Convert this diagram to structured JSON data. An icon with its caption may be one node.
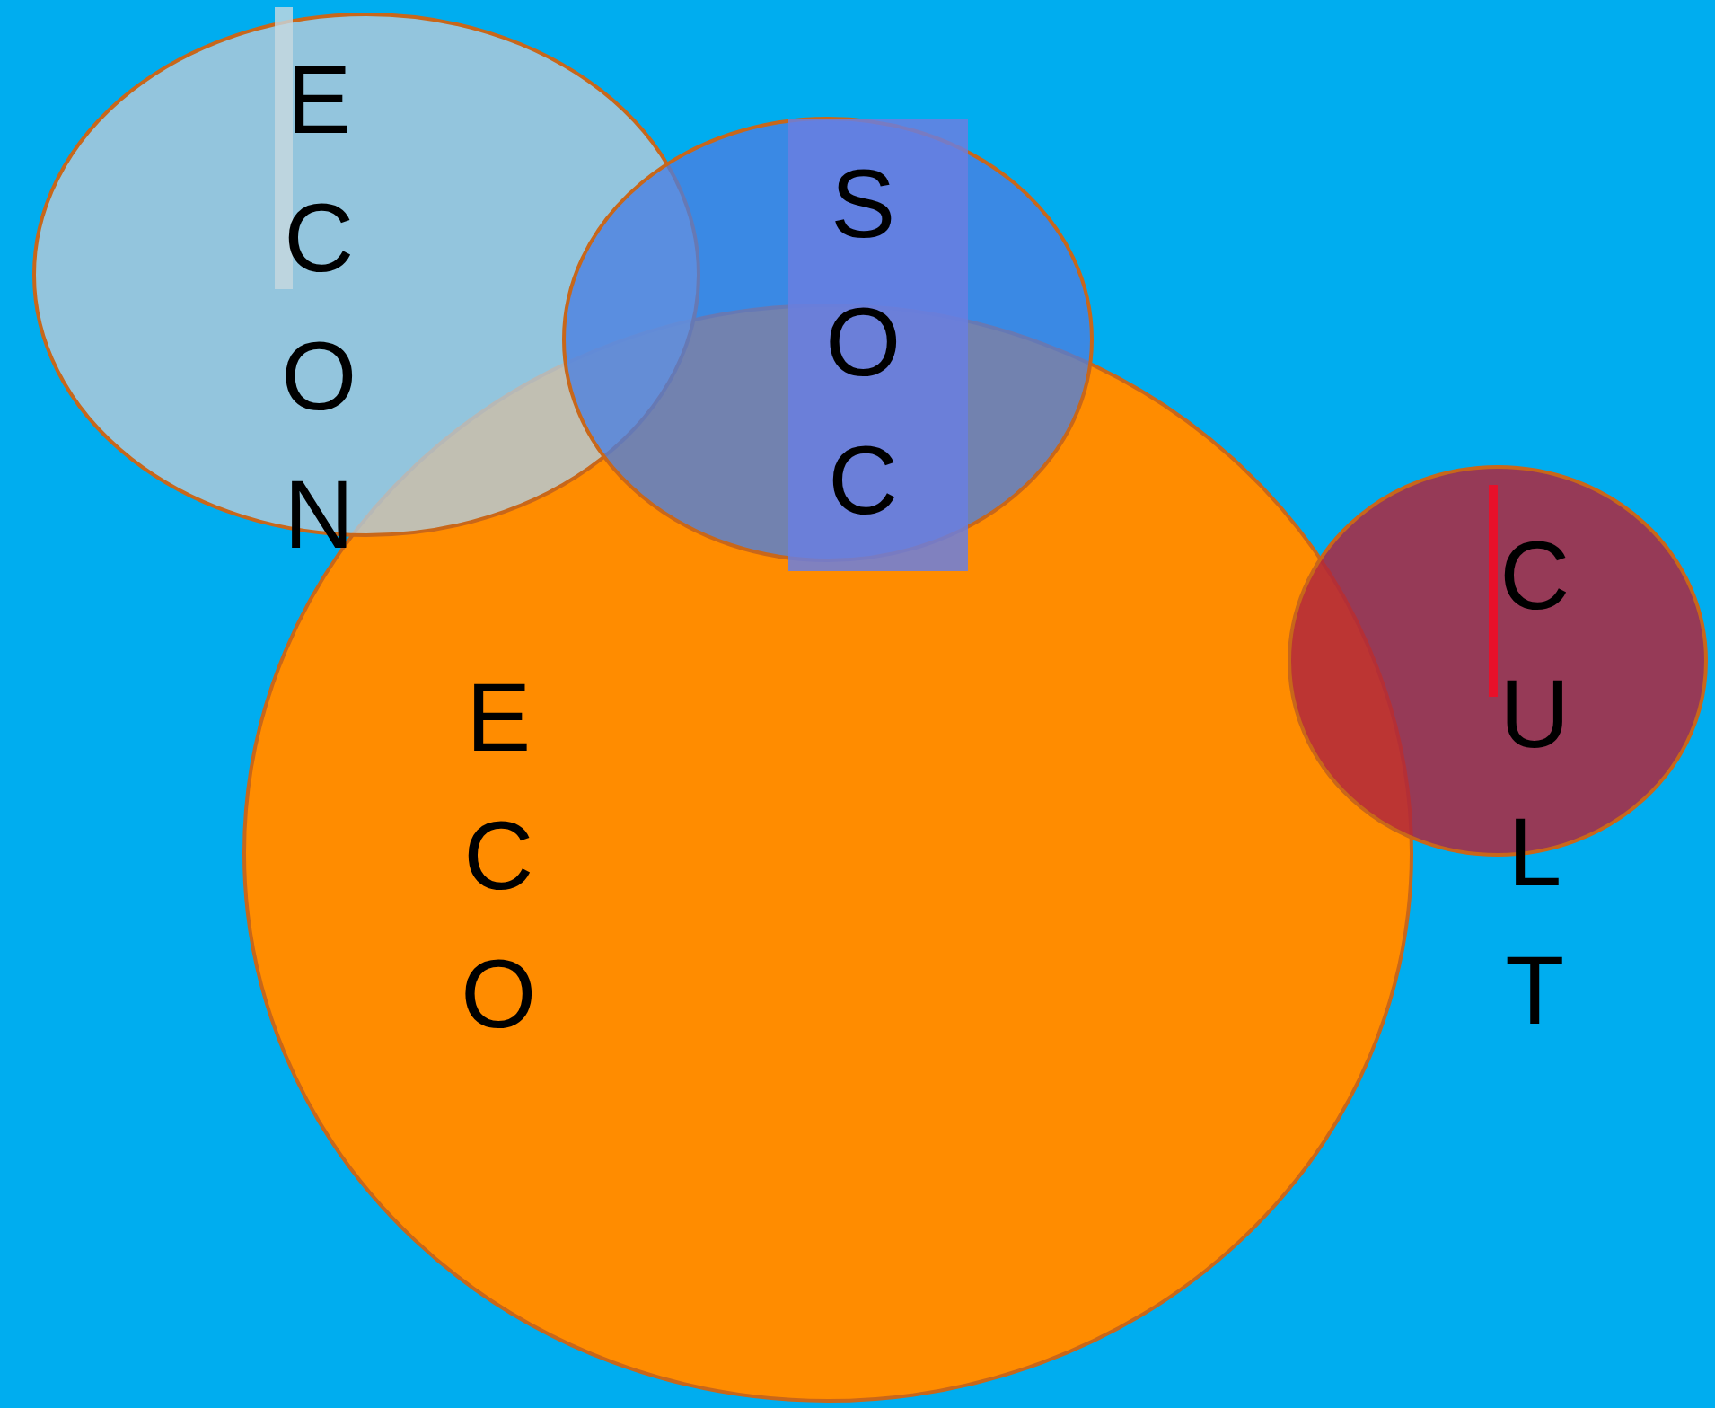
{
  "diagram": {
    "nodes": [
      {
        "text": [
          "ECON"
        ]
      },
      {
        "text": [
          "SOC"
        ]
      },
      {
        "text": [
          "ECO"
        ]
      },
      {
        "text": [
          "CULT"
        ]
      }
    ]
  }
}
